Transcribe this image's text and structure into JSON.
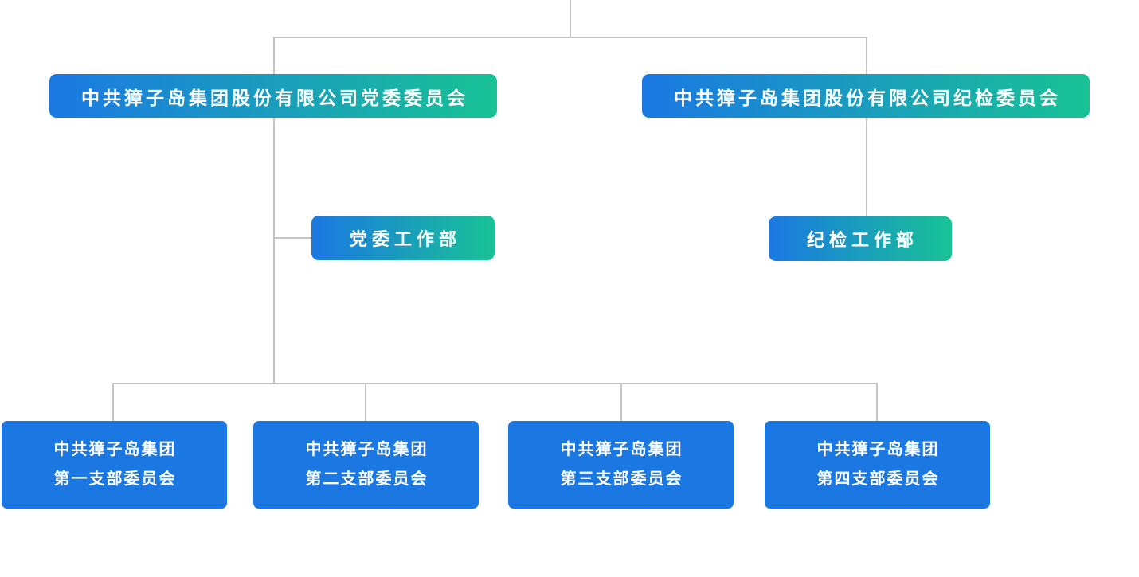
{
  "colors": {
    "node_gradient_start": "#1b78e3",
    "node_gradient_end": "#18c295",
    "branch_node_blue": "#1b78e3",
    "connector_gray": "#c4c4c4",
    "node_text": "#ffffff",
    "background": "#ffffff"
  },
  "org_chart": {
    "nodes": {
      "party_committee": {
        "label": "中共獐子岛集团股份有限公司党委委员会"
      },
      "discipline_committee": {
        "label": "中共獐子岛集团股份有限公司纪检委员会"
      },
      "party_work_dept": {
        "label": "党委工作部"
      },
      "discipline_work_dept": {
        "label": "纪检工作部"
      },
      "branch_1": {
        "line1": "中共獐子岛集团",
        "line2": "第一支部委员会"
      },
      "branch_2": {
        "line1": "中共獐子岛集团",
        "line2": "第二支部委员会"
      },
      "branch_3": {
        "line1": "中共獐子岛集团",
        "line2": "第三支部委员会"
      },
      "branch_4": {
        "line1": "中共獐子岛集团",
        "line2": "第四支部委员会"
      }
    }
  }
}
